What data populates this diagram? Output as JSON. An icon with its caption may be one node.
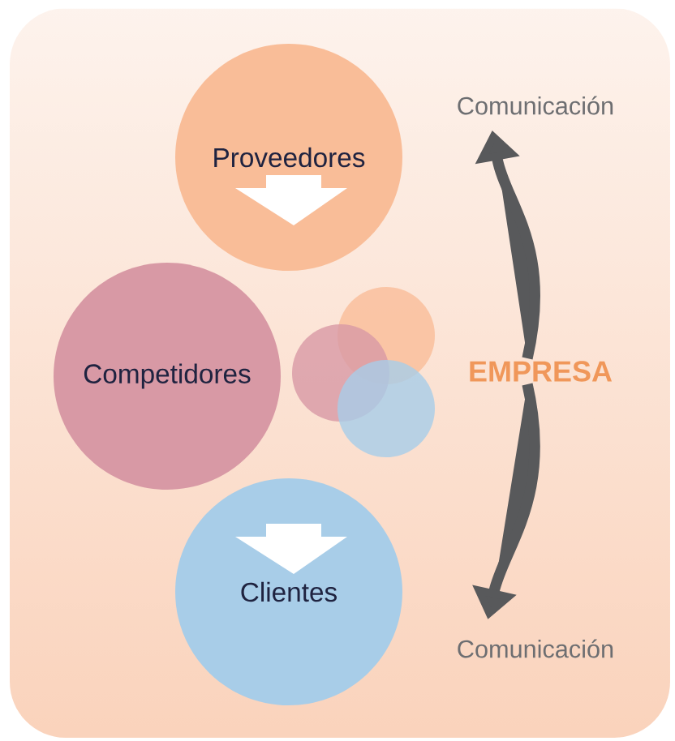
{
  "diagram": {
    "nodes": [
      {
        "text": [
          "Comunicación"
        ]
      },
      {
        "text": [
          "Proveedores"
        ]
      },
      {
        "text": [
          "Competidores"
        ]
      },
      {
        "text": [],
        "shape": "circle"
      },
      {
        "text": [],
        "shape": "circle"
      },
      {
        "text": [
          "EMPRESA"
        ]
      },
      {
        "text": [],
        "shape": "circle"
      },
      {
        "text": [
          "Clientes"
        ]
      },
      {
        "text": [
          "Comunicación"
        ]
      }
    ],
    "edges": [
      {
        "from": 5,
        "to": 0,
        "arrow": "to"
      },
      {
        "from": 5,
        "to": 8,
        "arrow": "to"
      }
    ]
  }
}
